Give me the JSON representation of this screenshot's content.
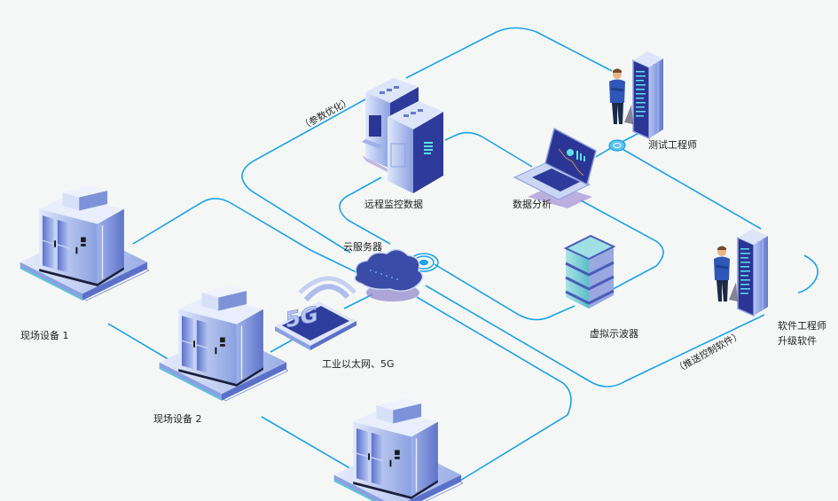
{
  "colors": {
    "background": "#f5f7f7",
    "connector": "#1aa3e8",
    "device_light": "#c9d6f5",
    "device_mid": "#7f95db",
    "device_dark": "#2e3b9a",
    "screen": "#2b3595",
    "scope_teal": "#7fd3d9",
    "cloud": "#3a4ba8",
    "text": "#222222"
  },
  "nodes": {
    "field_device_1": {
      "label": "现场设备 1",
      "icon": "industrial-cabinet-icon"
    },
    "field_device_2": {
      "label": "现场设备 2",
      "icon": "industrial-cabinet-icon"
    },
    "field_device_3": {
      "icon": "industrial-cabinet-icon"
    },
    "network": {
      "label": "工业以太网、5G",
      "icon": "5g-signal-icon"
    },
    "cloud_server": {
      "label": "云服务器",
      "icon": "cloud-icon"
    },
    "remote_monitoring": {
      "label": "远程监控数据",
      "icon": "server-rack-icon"
    },
    "data_analysis": {
      "label": "数据分析",
      "icon": "laptop-icon"
    },
    "virtual_oscilloscope": {
      "label": "虚拟示波器",
      "icon": "stacked-server-icon"
    },
    "test_engineer": {
      "label": "测试工程师",
      "icon": "engineer-icon"
    },
    "software_engineer": {
      "label_line1": "软件工程师",
      "label_line2": "升级软件",
      "icon": "engineer-icon"
    }
  },
  "edge_labels": {
    "parameter_optimization": "（参数优化）",
    "push_control_software": "（推送控制软件）"
  }
}
